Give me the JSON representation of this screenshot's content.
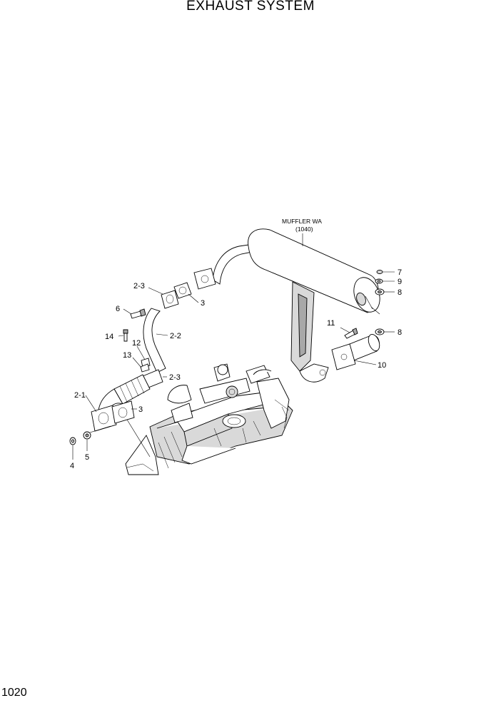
{
  "title": "EXHAUST SYSTEM",
  "page_number": "1020",
  "muffler_caption": {
    "line1": "MUFFLER WA",
    "line2": "(1040)"
  },
  "callouts": {
    "c7": "7",
    "c9": "9",
    "c8a": "8",
    "c8b": "8",
    "c10": "10",
    "c11": "11",
    "c2_3a": "2-3",
    "c3a": "3",
    "c6": "6",
    "c2_2": "2-2",
    "c14": "14",
    "c12": "12",
    "c13": "13",
    "c2_3b": "2-3",
    "c2_1": "2-1",
    "c3b": "3",
    "c5": "5",
    "c4": "4"
  }
}
